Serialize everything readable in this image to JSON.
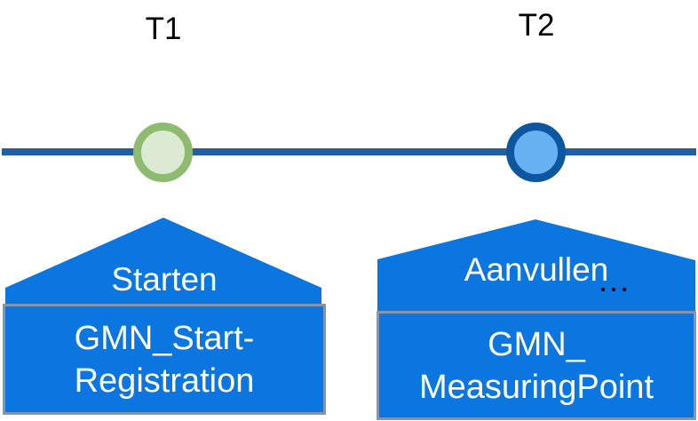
{
  "diagram": {
    "title": "timeline with two milestones and callouts",
    "timeline": {
      "t1_label": "T1",
      "t2_label": "T2"
    },
    "callouts": [
      {
        "id": "t1-start",
        "roof_label": "Starten",
        "body_lines": [
          "GMN_Start-",
          "Registration"
        ]
      },
      {
        "id": "t2-aanvullen",
        "roof_label": "Aanvullen",
        "ellipsis": "...",
        "body_lines": [
          "GMN_",
          "MeasuringPoint"
        ]
      }
    ]
  },
  "colors": {
    "callout_blue": "#0b76e0",
    "box_border_gray": "#8496ad",
    "timeline_blue": "#1e5fa8",
    "t1_dot_border": "#8dbb70",
    "t1_dot_fill": "#dcead3",
    "t2_dot_border": "#0d57a1",
    "t2_dot_fill": "#68b2f4",
    "label_text": "#000000",
    "callout_text": "#ffffff"
  }
}
